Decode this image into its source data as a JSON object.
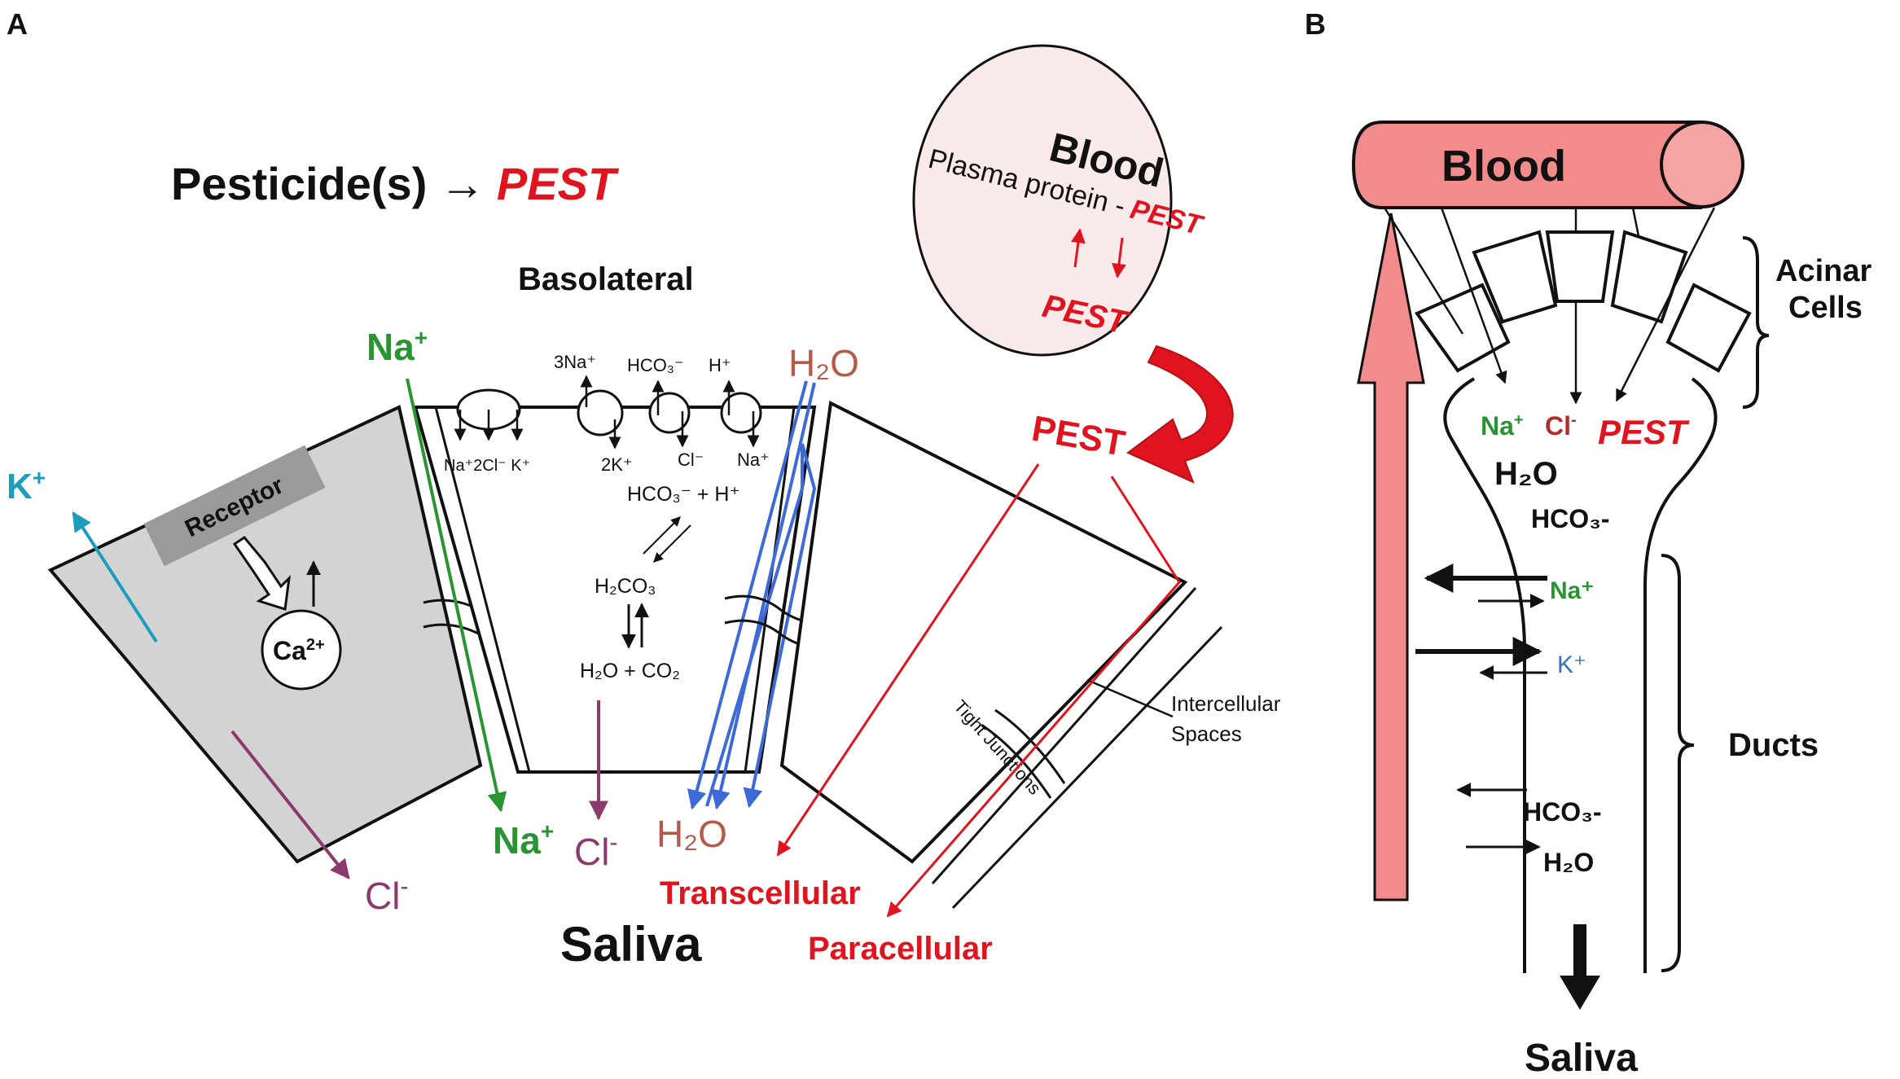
{
  "panels": {
    "a": "A",
    "b": "B"
  },
  "colors": {
    "red": "#e0141e",
    "green": "#2a9433",
    "purple": "#8a3a6c",
    "teal": "#1b9dbb",
    "blue": "#3d6ad6",
    "steel": "#3c6fb0",
    "h2o_brown": "#b35a4a",
    "cell_gray": "#d3d3d3",
    "blood_fill": "#f28b8b",
    "blood_circle": "#fbeaea"
  },
  "panel_a": {
    "headline_left": "Pesticide(s) →",
    "headline_pest": "PEST",
    "basolateral": "Basolateral",
    "blood_title": "Blood",
    "plasma_protein": "Plasma protein -",
    "plasma_pest": "PEST",
    "blood_pest": "PEST",
    "pest_exit": "PEST",
    "receptor": "Receptor",
    "ca": "Ca",
    "ca_sup": "2+",
    "k": "K",
    "k_sup": "+",
    "na_top": "Na",
    "na_top_sup": "+",
    "h2o_top": "H₂O",
    "transporter_3na": "3Na⁺",
    "transporter_hco3": "HCO₃⁻",
    "transporter_h": "H⁺",
    "transporter_na2cl_k": "Na⁺2Cl⁻  K⁺",
    "transporter_2k": "2K⁺",
    "transporter_cl": "Cl⁻",
    "transporter_na": "Na⁺",
    "hco3_h": "HCO₃⁻ + H⁺",
    "h2co3": "H₂CO₃",
    "h2o_co2": "H₂O + CO₂",
    "na_bottom": "Na",
    "na_bottom_sup": "+",
    "cl_bottom": "Cl",
    "cl_bottom_sup": "-",
    "h2o_bottom": "H₂O",
    "cl_left": "Cl",
    "cl_left_sup": "-",
    "saliva": "Saliva",
    "transcellular": "Transcellular",
    "paracellular": "Paracellular",
    "tight_junctions": "Tight Junctions",
    "intercellular_1": "Intercellular",
    "intercellular_2": "Spaces"
  },
  "panel_b": {
    "blood": "Blood",
    "acinar_1": "Acinar",
    "acinar_2": "Cells",
    "na": "Na",
    "na_sup": "+",
    "cl": "Cl",
    "cl_sup": "-",
    "pest": "PEST",
    "h2o": "H₂O",
    "hco3": "HCO₃-",
    "na_duct": "Na⁺",
    "k_duct": "K⁺",
    "ducts": "Ducts",
    "hco3_duct": "HCO₃-",
    "h2o_duct": "H₂O",
    "saliva": "Saliva"
  }
}
